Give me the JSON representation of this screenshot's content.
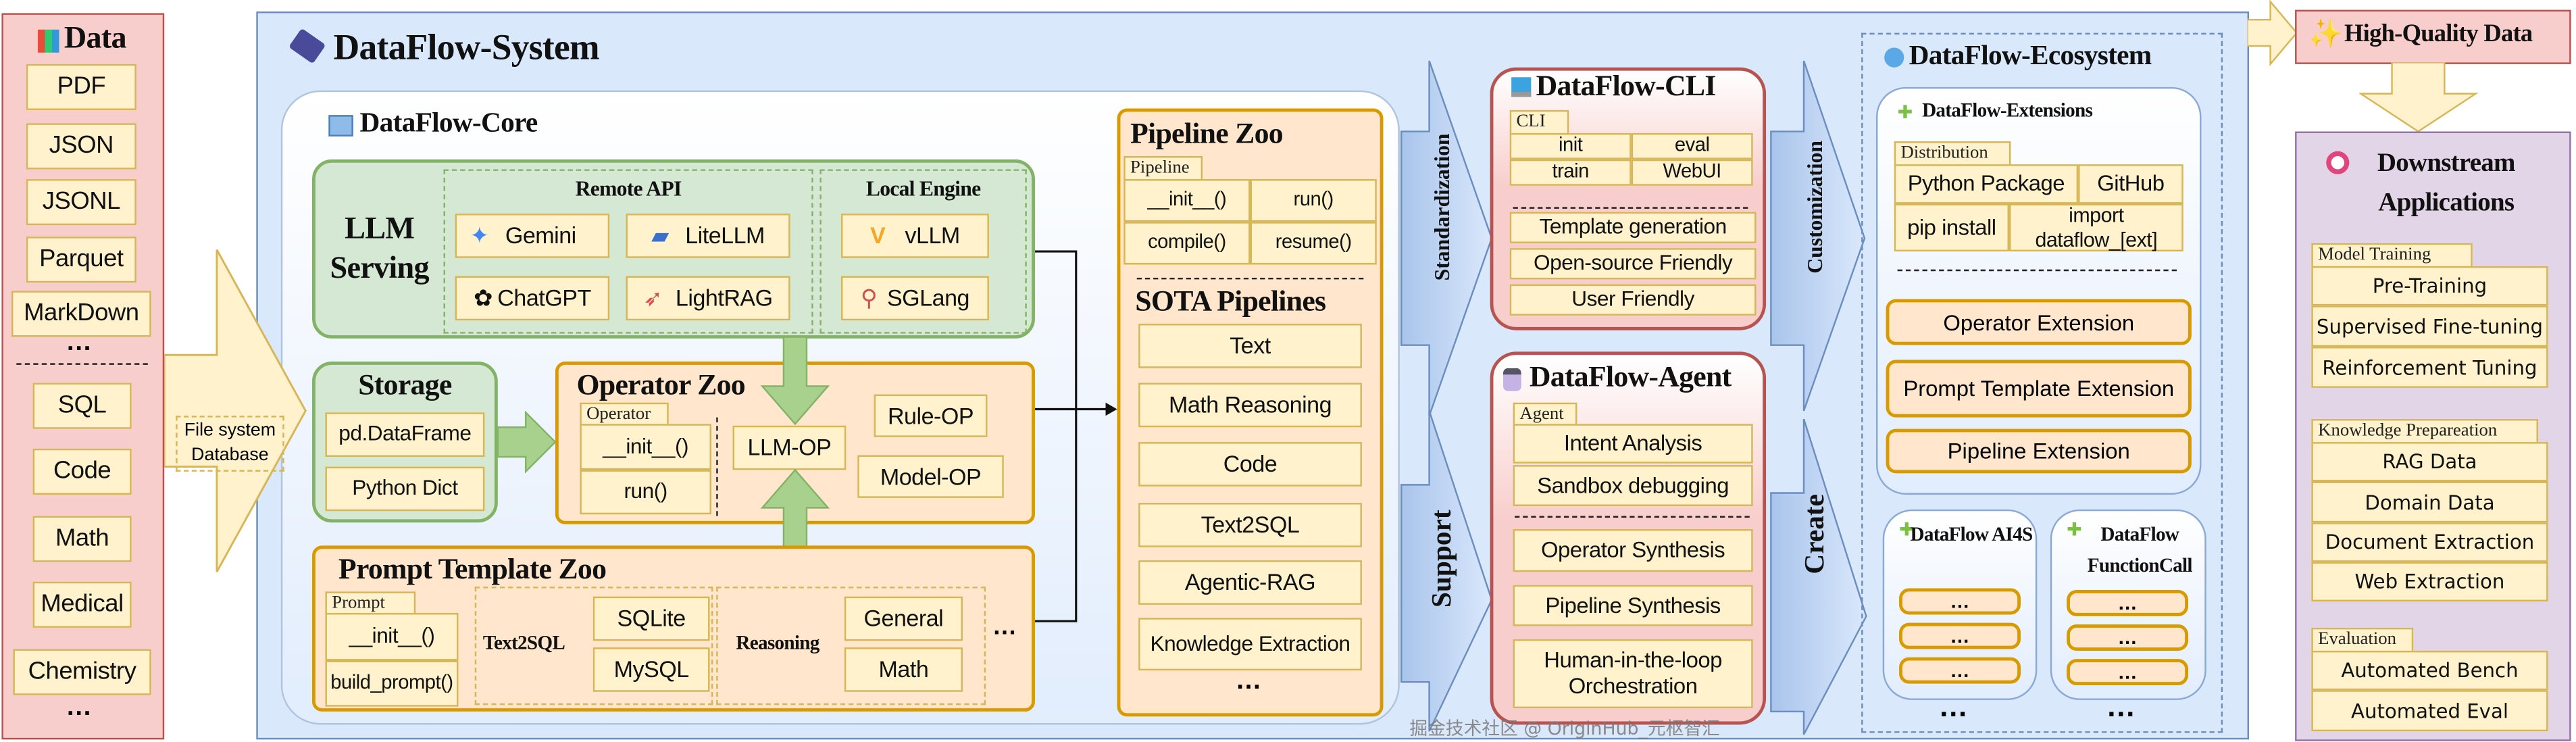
{
  "data_panel": {
    "title": "Data",
    "items": [
      "PDF",
      "JSON",
      "JSONL",
      "Parquet",
      "MarkDown",
      "…",
      "SQL",
      "Code",
      "Math",
      "Medical",
      "Chemistry",
      "…"
    ]
  },
  "input_arrow": {
    "labels": [
      "File system",
      "Database"
    ]
  },
  "system": {
    "title": "DataFlow-System",
    "core": {
      "title": "DataFlow-Core",
      "llm_serving": {
        "title": "LLM Serving",
        "remote_api": {
          "title": "Remote API",
          "items": [
            "Gemini",
            "LiteLLM",
            "ChatGPT",
            "LightRAG"
          ]
        },
        "local_engine": {
          "title": "Local Engine",
          "items": [
            "vLLM",
            "SGLang"
          ]
        }
      },
      "storage": {
        "title": "Storage",
        "items": [
          "pd.DataFrame",
          "Python Dict"
        ]
      },
      "operator_zoo": {
        "title": "Operator Zoo",
        "tab": "Operator",
        "methods": [
          "__init__()",
          "run()"
        ],
        "ops": [
          "LLM-OP",
          "Rule-OP",
          "Model-OP"
        ]
      },
      "prompt_zoo": {
        "title": "Prompt Template Zoo",
        "tab": "Prompt",
        "methods": [
          "__init__()",
          "build_prompt()"
        ],
        "text2sql": {
          "label": "Text2SQL",
          "items": [
            "SQLite",
            "MySQL"
          ]
        },
        "reasoning": {
          "label": "Reasoning",
          "items": [
            "General",
            "Math"
          ]
        },
        "more": "…"
      }
    },
    "pipeline_zoo": {
      "title": "Pipeline Zoo",
      "tab": "Pipeline",
      "methods": [
        "__init__()",
        "run()",
        "compile()",
        "resume()"
      ],
      "sota_title": "SOTA Pipelines",
      "sota": [
        "Text",
        "Math Reasoning",
        "Code",
        "Text2SQL",
        "Agentic-RAG",
        "Knowledge Extraction"
      ],
      "more": "…"
    },
    "arrows": [
      "Standardization",
      "Support",
      "Customization",
      "Create"
    ],
    "cli": {
      "title": "DataFlow-CLI",
      "tab": "CLI",
      "commands": [
        "init",
        "eval",
        "train",
        "WebUI"
      ],
      "features": [
        "Template generation",
        "Open-source Friendly",
        "User Friendly"
      ]
    },
    "agent": {
      "title": "DataFlow-Agent",
      "tab": "Agent",
      "items": [
        "Intent Analysis",
        "Sandbox debugging"
      ],
      "synth": [
        "Operator Synthesis",
        "Pipeline Synthesis",
        "Human-in-the-loop Orchestration"
      ]
    },
    "ecosystem": {
      "title": "DataFlow-Ecosystem",
      "extensions": {
        "title": "DataFlow-Extensions",
        "tab": "Distribution",
        "grid": [
          "Python Package",
          "GitHub",
          "pip install",
          "import dataflow_[ext]"
        ],
        "items": [
          "Operator Extension",
          "Prompt Template Extension",
          "Pipeline Extension"
        ]
      },
      "ai4s": {
        "title": "DataFlow AI4S"
      },
      "functioncall": {
        "title": "DataFlow FunctionCall"
      },
      "dots": "…",
      "more": "…"
    }
  },
  "output": {
    "title": "High-Quality Data"
  },
  "downstream": {
    "title": "Downstream Applications",
    "groups": [
      {
        "label": "Model Training",
        "items": [
          "Pre-Training",
          "Supervised Fine-tuning",
          "Reinforcement Tuning"
        ]
      },
      {
        "label": "Knowledge Prepareation",
        "items": [
          "RAG Data",
          "Domain Data",
          "Document Extraction",
          "Web Extraction"
        ]
      },
      {
        "label": "Evaluation",
        "items": [
          "Automated Bench",
          "Automated Eval"
        ]
      }
    ]
  },
  "watermark": "掘金技术社区 @ OriginHub_元枢智汇",
  "colors": {
    "data_fill": "#f8cecc",
    "system_fill": "#dae8fc",
    "green": "#d5e8d4",
    "orange": "#ffe6cc",
    "box": "#fff2cc",
    "purple": "#e1d5e7",
    "arrow_blue": "#7ea6e0"
  }
}
